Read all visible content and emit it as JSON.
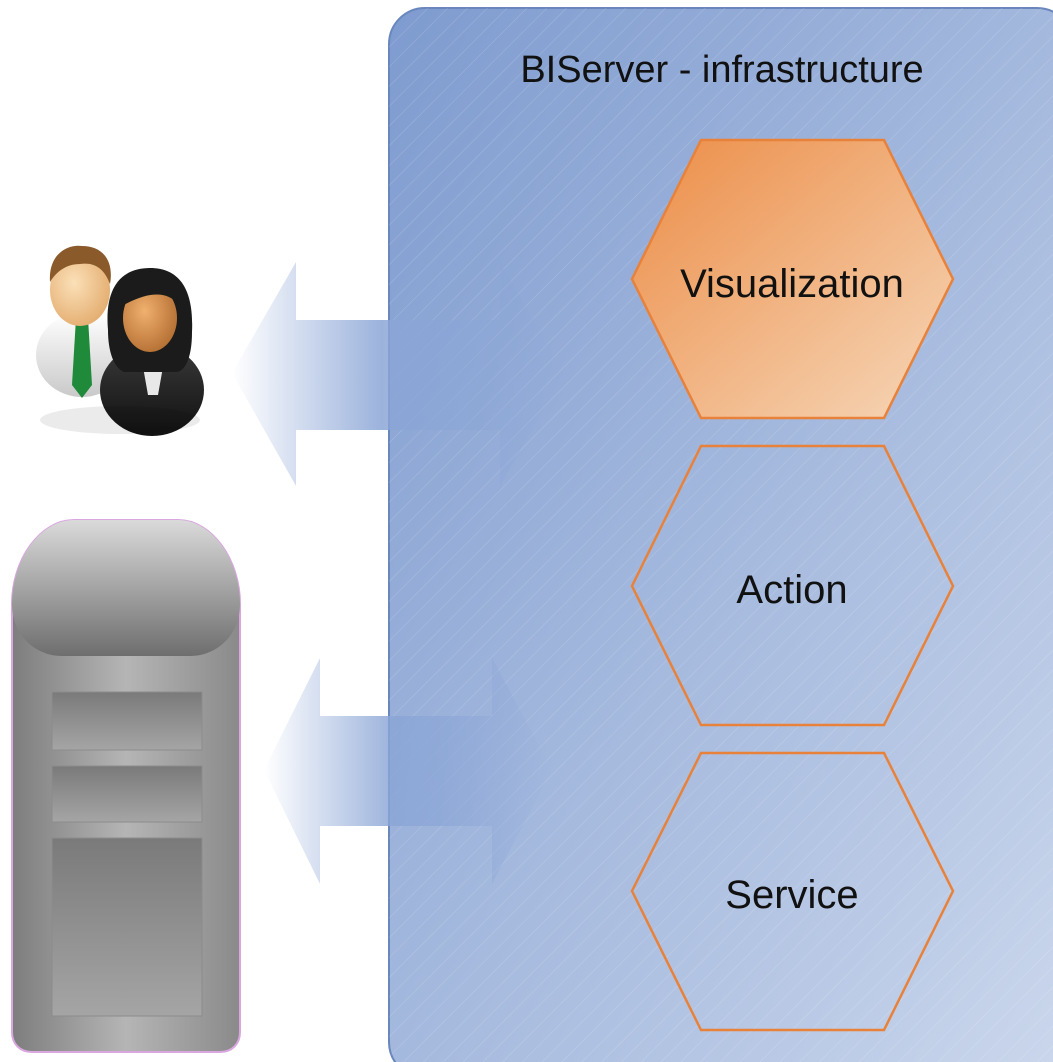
{
  "diagram": {
    "container": {
      "title": "BIServer - infrastructure"
    },
    "layers": [
      {
        "label": "Visualization",
        "highlighted": true
      },
      {
        "label": "Action",
        "highlighted": false
      },
      {
        "label": "Service",
        "highlighted": false
      }
    ],
    "actors": [
      {
        "icon": "users-icon"
      },
      {
        "icon": "server-tower-icon"
      }
    ],
    "connectors": [
      {
        "icon": "double-arrow-icon",
        "between": "users-icon and BIServer - infrastructure"
      },
      {
        "icon": "double-arrow-icon",
        "between": "server-tower-icon and BIServer - infrastructure"
      }
    ],
    "colors": {
      "container_fill_top": "#7e9bcf",
      "container_fill_bottom": "#c7d4ea",
      "layer_stroke": "#e8823a",
      "highlight_fill_top": "#ee9450",
      "highlight_fill_bottom": "#f5d2b0",
      "arrow": "#8aa5d6"
    }
  }
}
